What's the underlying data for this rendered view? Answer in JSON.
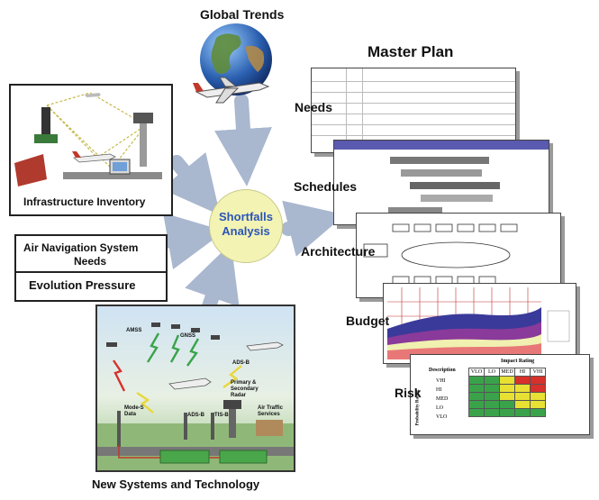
{
  "labels": {
    "global_trends": "Global Trends",
    "master_plan": "Master Plan",
    "needs": "Needs",
    "schedules": "Schedules",
    "architecture": "Architecture",
    "budget": "Budget",
    "risk": "Risk",
    "infrastructure_inventory": "Infrastructure Inventory",
    "ans_needs_line1": "Air Navigation System",
    "ans_needs_line2": "Needs",
    "evolution_pressure": "Evolution Pressure",
    "new_systems": "New Systems and  Technology",
    "shortfalls_line1": "Shortfalls",
    "shortfalls_line2": "Analysis"
  },
  "new_systems_panel": {
    "amss": "AMSS",
    "gnss": "GNSS",
    "ads_b_top": "ADS-B",
    "primary_radar_1": "Primary &",
    "primary_radar_2": "Secondary",
    "primary_radar_3": "Radar",
    "mode_s_1": "Mode-S",
    "mode_s_2": "Data",
    "ads_b_bottom": "ADS-B",
    "tis_b": "TIS-B",
    "atc_1": "Air Traffic",
    "atc_2": "Services"
  },
  "risk_doc": {
    "header": "Impact Rating",
    "col_desc": "Description",
    "cols": [
      "VLO",
      "LO",
      "MED",
      "HI",
      "VHI"
    ],
    "rows": [
      "VHI",
      "HI",
      "MED",
      "LO",
      "VLO"
    ],
    "side": "Probability Rating"
  },
  "colors": {
    "arrow": "#a9b7cf",
    "shortfalls_fill": "#f3f3b4",
    "shortfalls_text": "#2b55b8",
    "panel_green": "#4aa64a",
    "risk_green": "#3aa34a",
    "risk_yellow": "#e8e033",
    "risk_red": "#d8302a"
  }
}
